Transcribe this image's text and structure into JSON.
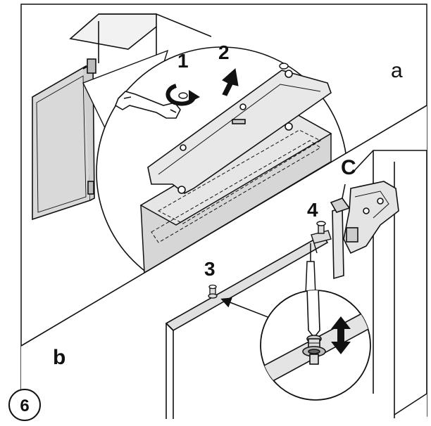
{
  "figure": {
    "step_number": "6",
    "panel_a_label": "a",
    "panel_b_label": "b",
    "callouts": {
      "c1": "1",
      "c2": "2",
      "c3": "3",
      "c4": "4",
      "cC": "C"
    }
  },
  "colors": {
    "line": "#111111",
    "panel_fill": "#dcdcdc",
    "cabinet_fill": "#f0f0f0",
    "background": "#ffffff"
  },
  "icons": [
    "wrench-icon",
    "rotate-arrow-icon",
    "up-arrow-icon",
    "up-down-arrow-icon",
    "screwdriver-icon",
    "hinge-icon"
  ]
}
